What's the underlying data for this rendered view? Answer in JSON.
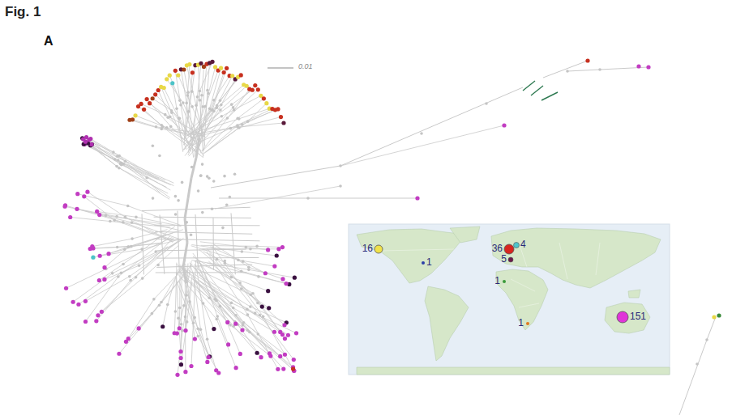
{
  "diagram": {
    "title": "Fig. 1",
    "labels": [
      "A",
      "0.01",
      "16",
      "36",
      "4",
      "5",
      "1",
      "1",
      "1",
      "151"
    ]
  }
}
